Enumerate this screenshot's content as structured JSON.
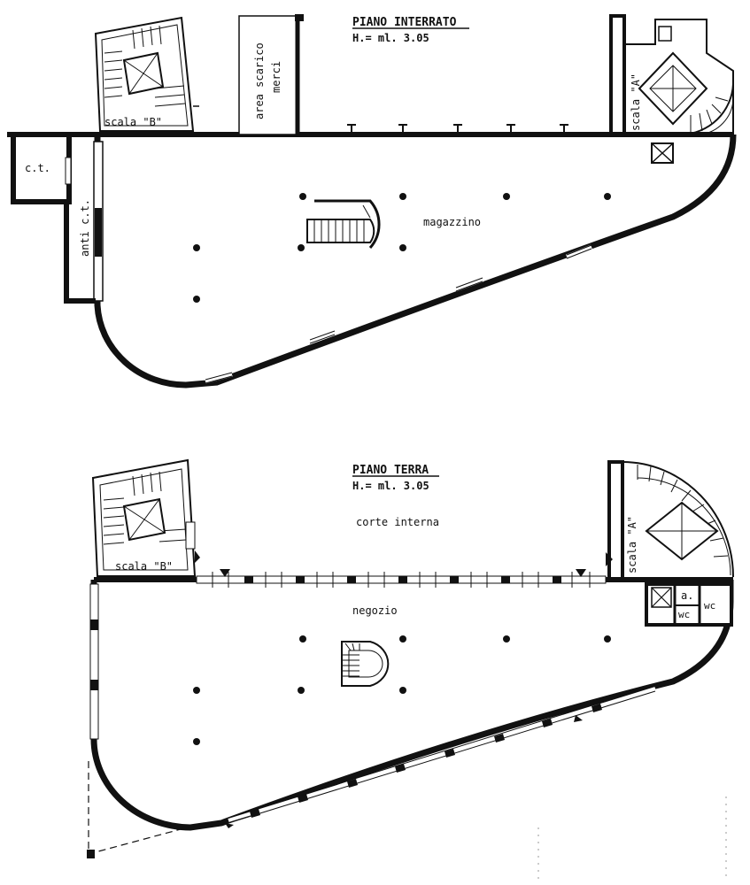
{
  "plans": {
    "basement": {
      "title": "PIANO INTERRATO",
      "height": "H.= ml. 3.05",
      "labels": {
        "stair_b": "scala \"B\"",
        "stair_a": "scala \"A\"",
        "loading_1": "area scarico",
        "loading_2": "merci",
        "boiler_room": "c.t.",
        "boiler_ante": "anti c.t.",
        "storage": "magazzino"
      }
    },
    "ground": {
      "title": "PIANO TERRA",
      "height": "H.= ml. 3.05",
      "labels": {
        "stair_b": "scala \"B\"",
        "stair_a": "scala \"A\"",
        "courtyard": "corte interna",
        "shop": "negozio",
        "wc_ante": "a.",
        "wc_1": "wc",
        "wc_2": "wc"
      }
    }
  },
  "colors": {
    "line": "#111111",
    "background": "#ffffff"
  }
}
